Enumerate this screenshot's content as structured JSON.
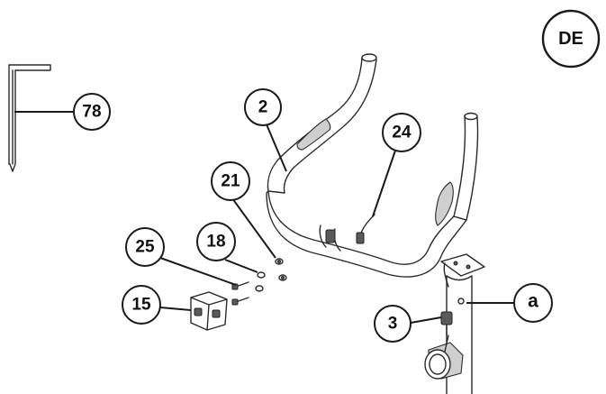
{
  "region_badge": "DE",
  "callouts": {
    "c78": "78",
    "c2": "2",
    "c24": "24",
    "c21": "21",
    "c18": "18",
    "c25": "25",
    "c15": "15",
    "c3": "3",
    "ca": "a"
  }
}
